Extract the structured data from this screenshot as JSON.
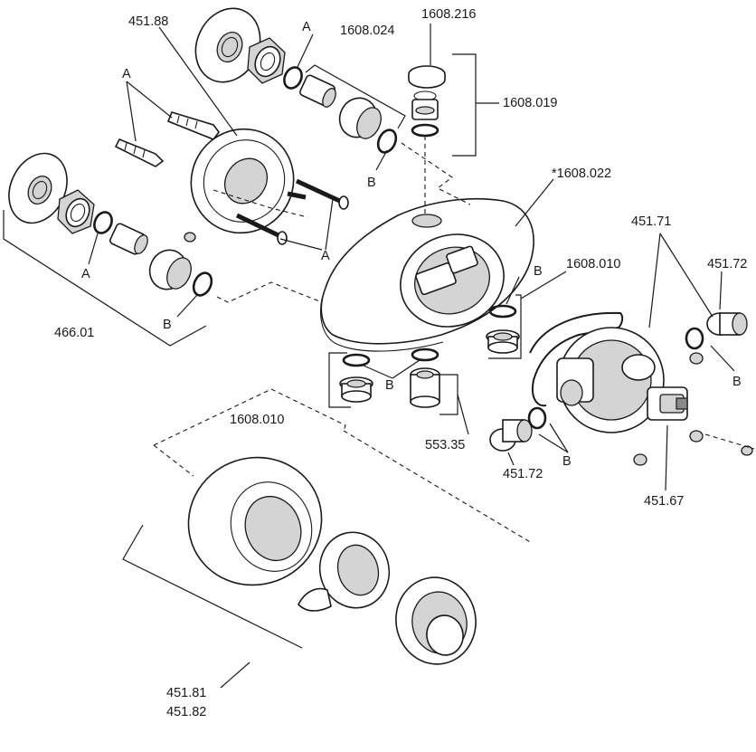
{
  "labels": {
    "p451_88": "451.88",
    "a_top": "A",
    "p1608_024": "1608.024",
    "p1608_216": "1608.216",
    "p1608_019": "1608.019",
    "a_left": "A",
    "b_pipe_top": "B",
    "p1608_022": "*1608.022",
    "a_screws": "A",
    "a_pipe_left": "A",
    "b_pipe_left": "B",
    "p466_01": "466.01",
    "b_mid": "B",
    "p1608_010_right": "1608.010",
    "p451_71": "451.71",
    "p451_72_top": "451.72",
    "b_valve_right": "B",
    "b_bottom": "B",
    "p1608_010_left": "1608.010",
    "p553_35": "553.35",
    "b_valve_left": "B",
    "p451_72_bottom": "451.72",
    "p451_67": "451.67",
    "p451_81": "451.81",
    "p451_82": "451.82"
  }
}
